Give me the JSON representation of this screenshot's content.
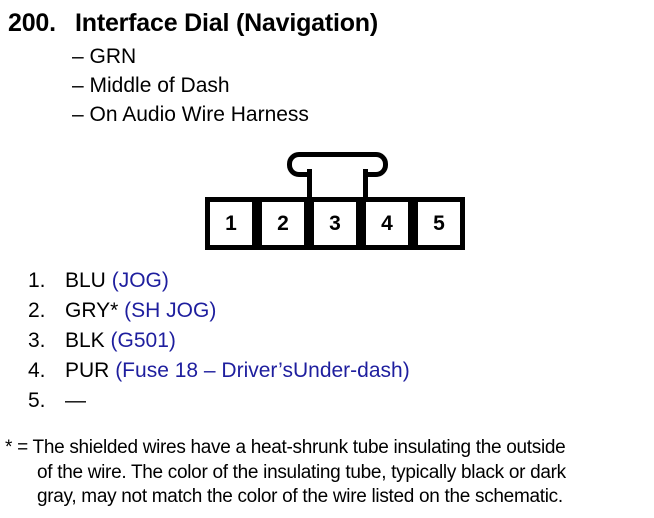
{
  "header": {
    "number": "200.",
    "title": "Interface Dial (Navigation)",
    "details": [
      "– GRN",
      "– Middle of Dash",
      "– On Audio Wire Harness"
    ]
  },
  "connector": {
    "pins": [
      "1",
      "2",
      "3",
      "4",
      "5"
    ]
  },
  "pin_list": [
    {
      "num": "1.",
      "wire": "BLU",
      "circuit": "(JOG)"
    },
    {
      "num": "2.",
      "wire": "GRY*",
      "circuit": "(SH JOG)"
    },
    {
      "num": "3.",
      "wire": "BLK",
      "circuit": "(G501)"
    },
    {
      "num": "4.",
      "wire": "PUR",
      "circuit": "(Fuse 18 – Driver’sUnder-dash)"
    },
    {
      "num": "5.",
      "wire": "—",
      "circuit": ""
    }
  ],
  "footnote": {
    "prefix": "* = ",
    "lines": [
      "The shielded wires have a heat-shrunk tube insulating the outside",
      "of the wire. The color of the insulating tube, typically black or dark",
      "gray, may not match the color of the wire listed on the schematic."
    ]
  },
  "colors": {
    "circuit_link_blue": "#1e1e9e",
    "text": "#000000",
    "background": "#ffffff",
    "connector_outline": "#000000"
  }
}
